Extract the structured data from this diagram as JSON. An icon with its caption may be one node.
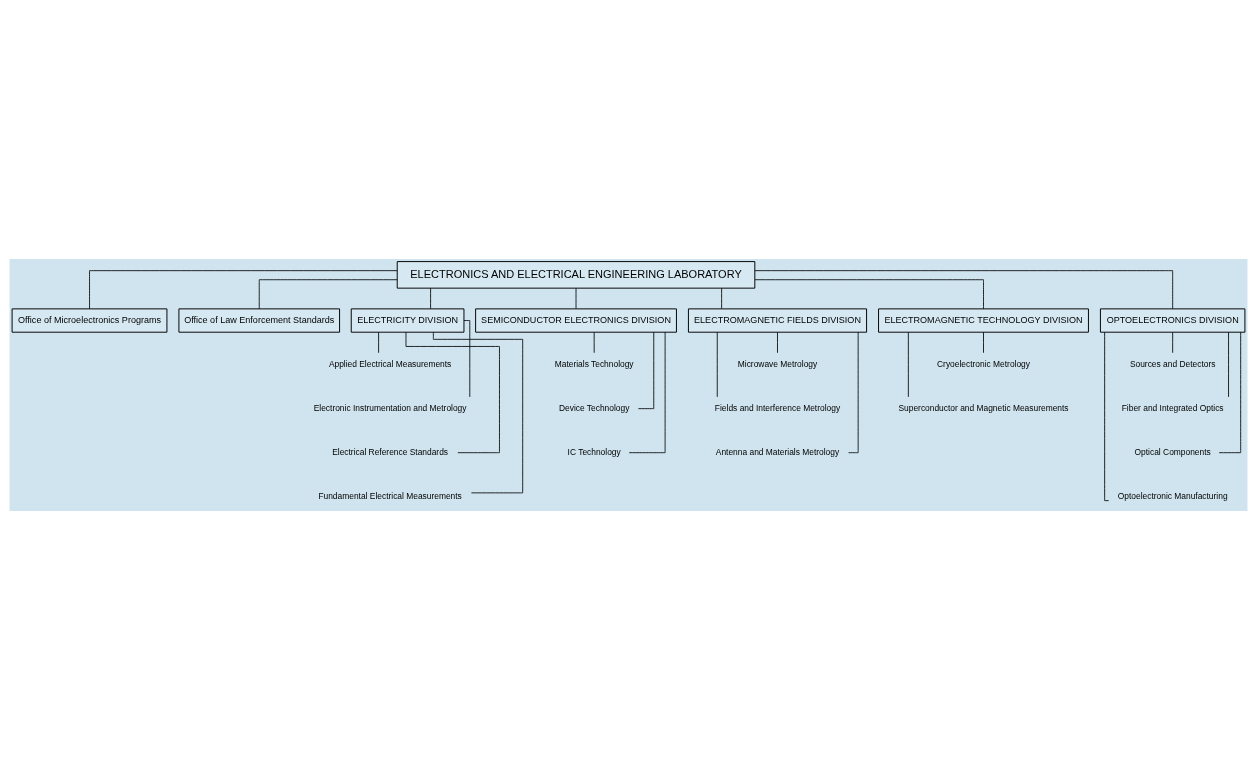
{
  "diagram": {
    "nodes": [
      {
        "text": [
          "ELECTRONICS AND ELECTRICAL ENGINEERING LABORATORY"
        ]
      },
      {
        "text": [
          "Office of Microelectronics Programs"
        ]
      },
      {
        "text": [
          "Office of Law Enforcement Standards"
        ]
      },
      {
        "text": [
          "ELECTRICITY DIVISION"
        ]
      },
      {
        "text": [
          "Applied Electrical Measurements"
        ]
      },
      {
        "text": [
          "Electronic Instrumentation and Metrology"
        ]
      },
      {
        "text": [
          "Electrical Reference Standards"
        ]
      },
      {
        "text": [
          "Fundamental Electrical Measurements"
        ]
      },
      {
        "text": [
          "SEMICONDUCTOR ELECTRONICS DIVISION"
        ]
      },
      {
        "text": [
          "Materials Technology"
        ]
      },
      {
        "text": [
          "Device Technology"
        ]
      },
      {
        "text": [
          "IC Technology"
        ]
      },
      {
        "text": [
          "ELECTROMAGNETIC FIELDS DIVISION"
        ]
      },
      {
        "text": [
          "Microwave Metrology"
        ]
      },
      {
        "text": [
          "Fields and Interference Metrology"
        ]
      },
      {
        "text": [
          "Antenna and Materials Metrology"
        ]
      },
      {
        "text": [
          "ELECTROMAGNETIC TECHNOLOGY DIVISION"
        ]
      },
      {
        "text": [
          "Cryoelectronic Metrology"
        ]
      },
      {
        "text": [
          "Superconductor and Magnetic Measurements"
        ]
      },
      {
        "text": [
          "OPTOELECTRONICS DIVISION"
        ]
      },
      {
        "text": [
          "Sources and Detectors"
        ]
      },
      {
        "text": [
          "Fiber and Integrated Optics"
        ]
      },
      {
        "text": [
          "Optical Components"
        ]
      },
      {
        "text": [
          "Optoelectronic Manufacturing"
        ]
      }
    ],
    "edges": [
      {
        "from": 0,
        "to": 1,
        "arrow": "none"
      },
      {
        "from": 0,
        "to": 2,
        "arrow": "none"
      },
      {
        "from": 0,
        "to": 3,
        "arrow": "none"
      },
      {
        "from": 0,
        "to": 8,
        "arrow": "none"
      },
      {
        "from": 0,
        "to": 12,
        "arrow": "none"
      },
      {
        "from": 0,
        "to": 16,
        "arrow": "none"
      },
      {
        "from": 0,
        "to": 19,
        "arrow": "none"
      },
      {
        "from": 3,
        "to": 4,
        "arrow": "none"
      },
      {
        "from": 3,
        "to": 5,
        "arrow": "none"
      },
      {
        "from": 3,
        "to": 6,
        "arrow": "none"
      },
      {
        "from": 3,
        "to": 7,
        "arrow": "none"
      },
      {
        "from": 8,
        "to": 9,
        "arrow": "none"
      },
      {
        "from": 8,
        "to": 10,
        "arrow": "none"
      },
      {
        "from": 8,
        "to": 11,
        "arrow": "none"
      },
      {
        "from": 12,
        "to": 13,
        "arrow": "none"
      },
      {
        "from": 12,
        "to": 14,
        "arrow": "none"
      },
      {
        "from": 12,
        "to": 15,
        "arrow": "none"
      },
      {
        "from": 16,
        "to": 17,
        "arrow": "none"
      },
      {
        "from": 16,
        "to": 18,
        "arrow": "none"
      },
      {
        "from": 19,
        "to": 20,
        "arrow": "none"
      },
      {
        "from": 19,
        "to": 21,
        "arrow": "none"
      },
      {
        "from": 19,
        "to": 22,
        "arrow": "none"
      },
      {
        "from": 19,
        "to": 23,
        "arrow": "none"
      }
    ]
  }
}
